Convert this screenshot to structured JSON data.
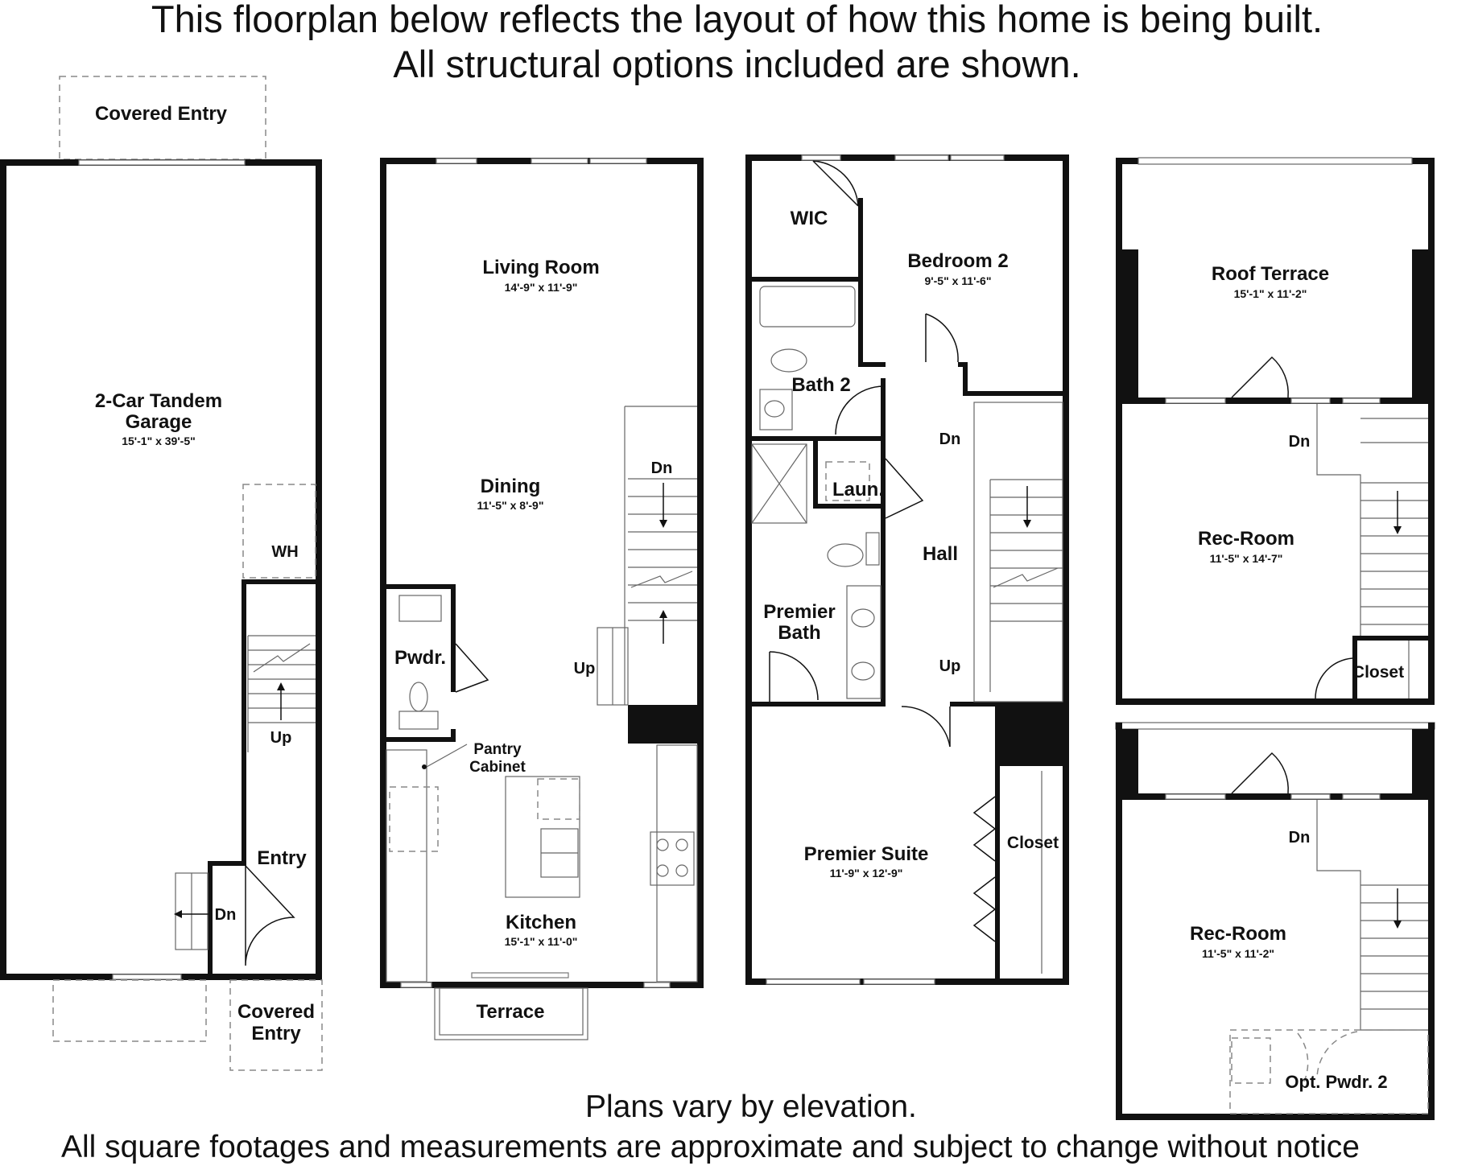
{
  "header": {
    "line1": "This floorplan below reflects the layout of how this home is being built.",
    "line2": "All structural options included are shown."
  },
  "footer": {
    "line1": "Plans vary by elevation.",
    "line2": "All square footages and measurements are approximate and subject to change without notice"
  },
  "floor1": {
    "covered_entry_top": "Covered Entry",
    "garage_line1": "2-Car Tandem",
    "garage_line2": "Garage",
    "garage_dim": "15'-1\" x 39'-5\"",
    "wh": "WH",
    "up": "Up",
    "entry": "Entry",
    "dn": "Dn",
    "covered_entry_line1": "Covered",
    "covered_entry_line2": "Entry"
  },
  "floor2": {
    "living_room": "Living Room",
    "living_room_dim": "14'-9\" x 11'-9\"",
    "dining": "Dining",
    "dining_dim": "11'-5\" x 8'-9\"",
    "dn": "Dn",
    "up": "Up",
    "pwdr": "Pwdr.",
    "pantry_line1": "Pantry",
    "pantry_line2": "Cabinet",
    "kitchen": "Kitchen",
    "kitchen_dim": "15'-1\" x 11'-0\"",
    "terrace": "Terrace"
  },
  "floor3": {
    "wic": "WIC",
    "bedroom2": "Bedroom 2",
    "bedroom2_dim": "9'-5\" x 11'-6\"",
    "bath2": "Bath 2",
    "dn": "Dn",
    "laun": "Laun.",
    "hall": "Hall",
    "premier_bath_line1": "Premier",
    "premier_bath_line2": "Bath",
    "up": "Up",
    "premier_suite": "Premier Suite",
    "premier_suite_dim": "11'-9\" x 12'-9\"",
    "closet": "Closet"
  },
  "floor4a": {
    "roof_terrace": "Roof Terrace",
    "roof_terrace_dim": "15'-1\" x 11'-2\"",
    "dn": "Dn",
    "rec_room": "Rec-Room",
    "rec_room_dim": "11'-5\" x 14'-7\"",
    "closet": "Closet"
  },
  "floor4b": {
    "dn": "Dn",
    "rec_room": "Rec-Room",
    "rec_room_dim": "11'-5\" x 11'-2\"",
    "opt_pwdr": "Opt. Pwdr. 2"
  }
}
